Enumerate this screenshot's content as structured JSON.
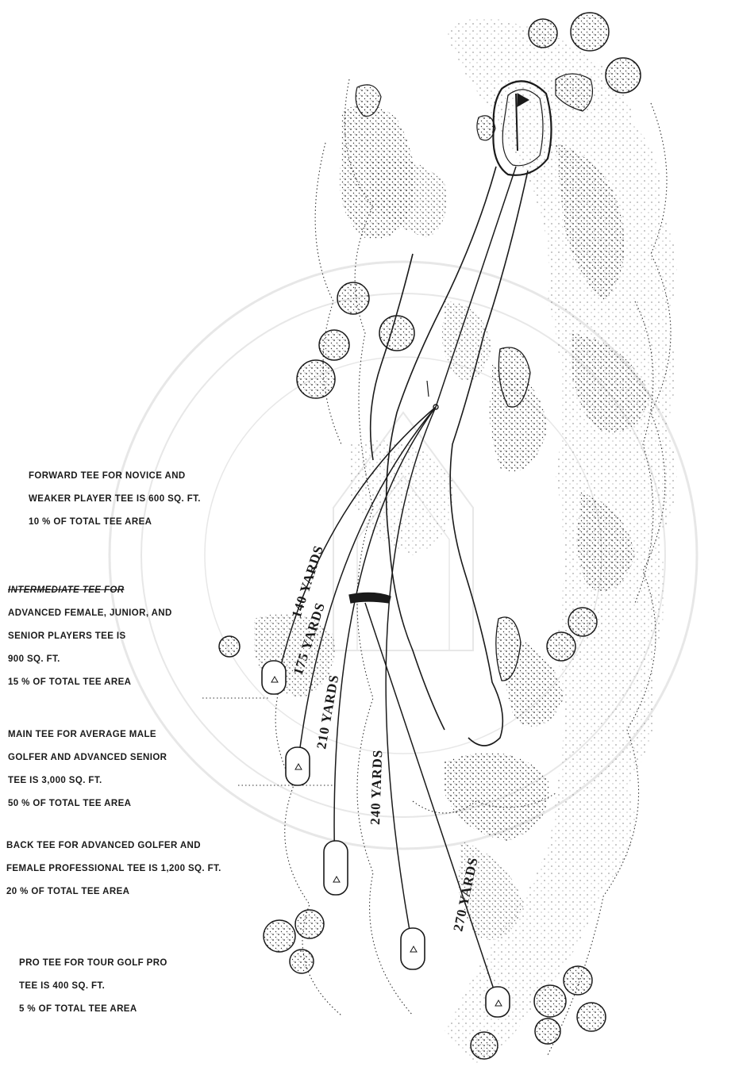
{
  "yardages": [
    "140 YARDS",
    "175 YARDS",
    "210 YARDS",
    "240 YARDS",
    "270 YARDS"
  ],
  "notes": {
    "forward": {
      "lines": [
        "FORWARD TEE FOR NOVICE AND",
        "WEAKER PLAYER TEE IS 600 SQ. FT.",
        "10 % OF TOTAL TEE AREA"
      ]
    },
    "intermediate": {
      "heading": "INTERMEDIATE TEE FOR",
      "lines": [
        "ADVANCED FEMALE, JUNIOR, AND",
        "SENIOR PLAYERS TEE IS",
        "900 SQ. FT.",
        "15 % OF TOTAL TEE AREA"
      ]
    },
    "main": {
      "lines": [
        "MAIN TEE FOR AVERAGE MALE",
        "GOLFER AND ADVANCED SENIOR",
        "TEE IS 3,000 SQ. FT.",
        "50 % OF TOTAL TEE AREA"
      ]
    },
    "back": {
      "lines": [
        "BACK TEE FOR ADVANCED GOLFER AND",
        "FEMALE PROFESSIONAL TEE IS 1,200 SQ. FT.",
        "20 % OF TOTAL TEE AREA"
      ]
    },
    "pro": {
      "lines": [
        "PRO TEE FOR TOUR GOLF PRO",
        "TEE IS 400 SQ. FT.",
        "5 % OF TOTAL TEE AREA"
      ]
    }
  },
  "colors": {
    "ink": "#1a1a1a",
    "stipple": "#3a3a3a",
    "watermark": "#cfcfcf"
  }
}
